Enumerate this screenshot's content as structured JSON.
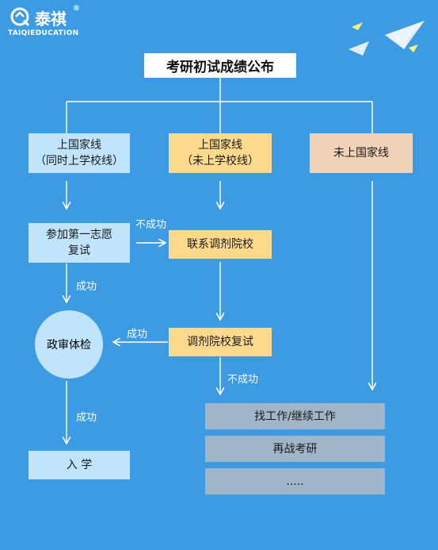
{
  "logo": {
    "brand_cn": "泰祺",
    "brand_en": "TAIQIEDUCATION",
    "registered": "®"
  },
  "title": "考研初试成绩公布",
  "branches": {
    "left": "上国家线\n（同时上学校线）",
    "middle": "上国家线\n（未上学校线）",
    "right": "未上国家线"
  },
  "nodes": {
    "first_choice_retest": "参加第一志愿\n复试",
    "contact_adjust": "联系调剂院校",
    "political_review": "政审体检",
    "adjust_retest": "调剂院校复试",
    "enroll": "入 学"
  },
  "edge_labels": {
    "fail_1": "不成功",
    "success_1": "成功",
    "success_2": "成功",
    "fail_2": "不成功",
    "success_3": "成功"
  },
  "outcomes": [
    "找工作/继续工作",
    "再战考研",
    "....."
  ],
  "colors": {
    "background": "#3d9be3",
    "light_box": "#bfe4fb",
    "yellow_box": "#fcd98c",
    "peach_box": "#f0d3b8",
    "gray_box": "#a0b5c8"
  }
}
